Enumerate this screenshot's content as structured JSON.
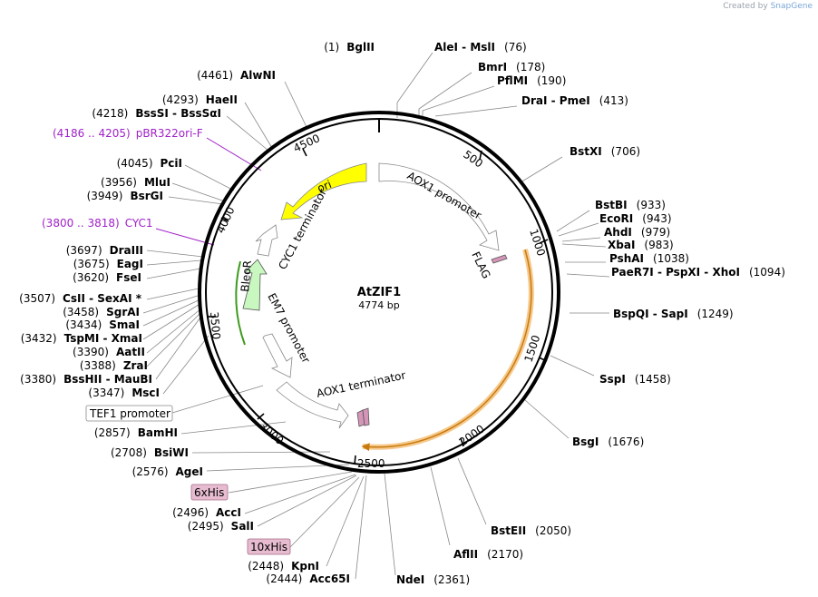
{
  "credit": {
    "prefix": "Created by",
    "brand": "SnapGene"
  },
  "plasmid": {
    "name": "AtZIF1",
    "length_label": "4774 bp",
    "length": 4774
  },
  "ticks": [
    "500",
    "1000",
    "1500",
    "2000",
    "2500",
    "3000",
    "3500",
    "4000",
    "4500"
  ],
  "features": [
    {
      "label": "ori",
      "color": "#ffff00"
    },
    {
      "label": "AOX1 promoter",
      "color": "#ffffff"
    },
    {
      "label": "FLAG",
      "color": "#d595b8"
    },
    {
      "label": "CYC1 terminator",
      "color": "#ffffff"
    },
    {
      "label": "BleoR",
      "color": "#c8f7c0"
    },
    {
      "label": "EM7 promoter",
      "color": "#ffffff"
    },
    {
      "label": "AOX1 terminator",
      "color": "#ffffff"
    }
  ],
  "sites_right": [
    {
      "name": "AleI - MslI",
      "pos": "(76)"
    },
    {
      "name": "BmrI",
      "pos": "(178)"
    },
    {
      "name": "PflMI",
      "pos": "(190)"
    },
    {
      "name": "DraI - PmeI",
      "pos": "(413)"
    },
    {
      "name": "BstXI",
      "pos": "(706)"
    },
    {
      "name": "BstBI",
      "pos": "(933)"
    },
    {
      "name": "EcoRI",
      "pos": "(943)"
    },
    {
      "name": "AhdI",
      "pos": "(979)"
    },
    {
      "name": "XbaI",
      "pos": "(983)"
    },
    {
      "name": "PshAI",
      "pos": "(1038)"
    },
    {
      "name": "PaeR7I - PspXI - XhoI",
      "pos": "(1094)"
    },
    {
      "name": "BspQI - SapI",
      "pos": "(1249)"
    },
    {
      "name": "SspI",
      "pos": "(1458)"
    },
    {
      "name": "BsgI",
      "pos": "(1676)"
    },
    {
      "name": "BstEII",
      "pos": "(2050)"
    },
    {
      "name": "AflII",
      "pos": "(2170)"
    },
    {
      "name": "NdeI",
      "pos": "(2361)"
    }
  ],
  "sites_left": [
    {
      "name": "BglII",
      "pos": "(1)"
    },
    {
      "name": "AlwNI",
      "pos": "(4461)"
    },
    {
      "name": "HaeII",
      "pos": "(4293)"
    },
    {
      "name": "BssSI - BssSαI",
      "pos": "(4218)"
    },
    {
      "name": "PciI",
      "pos": "(4045)"
    },
    {
      "name": "MluI",
      "pos": "(3956)"
    },
    {
      "name": "BsrGI",
      "pos": "(3949)"
    },
    {
      "name": "DraIII",
      "pos": "(3697)"
    },
    {
      "name": "EagI",
      "pos": "(3675)"
    },
    {
      "name": "FseI",
      "pos": "(3620)"
    },
    {
      "name": "CsII - SexAI *",
      "pos": "(3507)"
    },
    {
      "name": "SgrAI",
      "pos": "(3458)"
    },
    {
      "name": "SmaI",
      "pos": "(3434)"
    },
    {
      "name": "TspMI - XmaI",
      "pos": "(3432)"
    },
    {
      "name": "AatII",
      "pos": "(3390)"
    },
    {
      "name": "ZraI",
      "pos": "(3388)"
    },
    {
      "name": "BssHII - MauBI",
      "pos": "(3380)"
    },
    {
      "name": "MscI",
      "pos": "(3347)"
    },
    {
      "name": "BamHI",
      "pos": "(2857)"
    },
    {
      "name": "BsiWI",
      "pos": "(2708)"
    },
    {
      "name": "AgeI",
      "pos": "(2576)"
    },
    {
      "name": "AccI",
      "pos": "(2496)"
    },
    {
      "name": "SalI",
      "pos": "(2495)"
    },
    {
      "name": "KpnI",
      "pos": "(2448)"
    },
    {
      "name": "Acc65I",
      "pos": "(2444)"
    }
  ],
  "primers": [
    {
      "range": "(4186 .. 4205)",
      "name": "pBR322ori-F"
    },
    {
      "range": "(3800 .. 3818)",
      "name": "CYC1"
    }
  ],
  "boxed": [
    "TEF1 promoter",
    "6xHis",
    "10xHis"
  ]
}
